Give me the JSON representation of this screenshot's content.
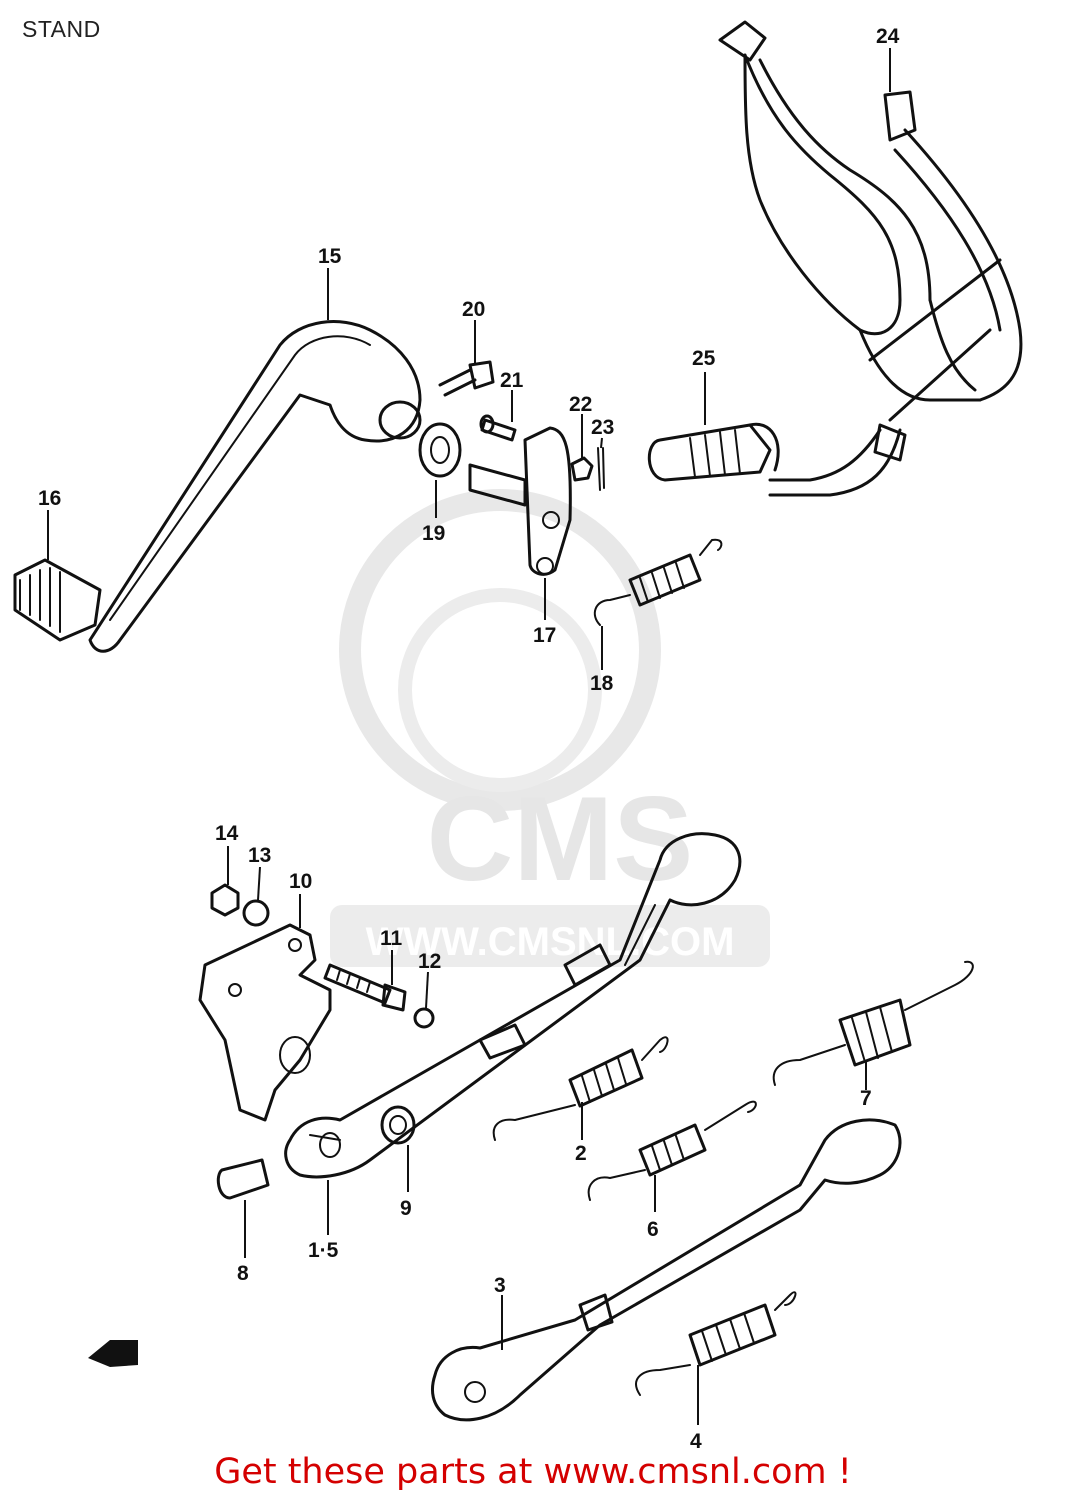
{
  "title": "STAND",
  "footer": "Get these parts at www.cmsnl.com !",
  "watermark": {
    "brand": "CMS",
    "url": "WWW.CMSNL.COM"
  },
  "callouts": [
    "1·5",
    "2",
    "3",
    "4",
    "6",
    "7",
    "8",
    "9",
    "10",
    "11",
    "12",
    "13",
    "14",
    "15",
    "16",
    "17",
    "18",
    "19",
    "20",
    "21",
    "22",
    "23",
    "24",
    "25"
  ],
  "colors": {
    "footer": "#d40000",
    "line": "#111111",
    "watermark": "#e6e6e6"
  }
}
